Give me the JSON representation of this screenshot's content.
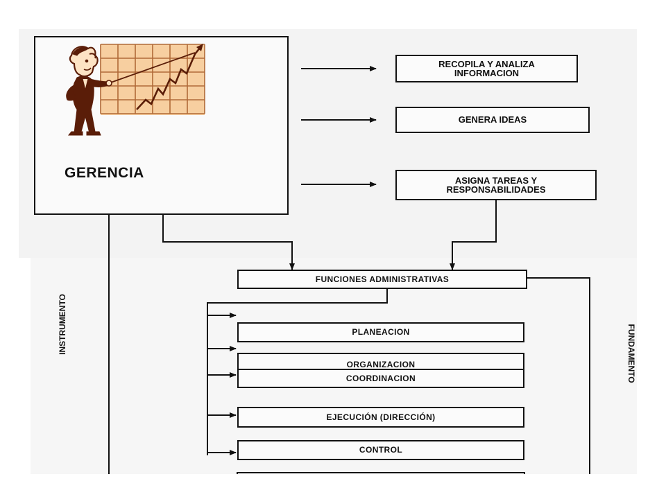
{
  "management": {
    "title": "GERENCIA"
  },
  "activities": [
    {
      "label": "RECOPILA Y ANALIZA\nINFORMACION"
    },
    {
      "label": "GENERA IDEAS"
    },
    {
      "label": "ASIGNA TAREAS Y\nRESPONSABILIDADES"
    }
  ],
  "functions": {
    "header": "FUNCIONES ADMINISTRATIVAS",
    "items": [
      {
        "label": "PLANEACION"
      },
      {
        "label": "ORGANIZACION"
      },
      {
        "label": "COORDINACION"
      },
      {
        "label": "EJECUCIÓN (DIRECCIÓN)"
      },
      {
        "label": "CONTROL"
      }
    ]
  },
  "side_labels": {
    "left": "INSTRUMENTO",
    "right": "FUNDAMENTO"
  },
  "illustration": {
    "icon": "manager-pointing-chart-icon",
    "figure_color": "#5a1d08",
    "grid_color": "#f7cfa0",
    "grid_line_color": "#b06a38"
  }
}
